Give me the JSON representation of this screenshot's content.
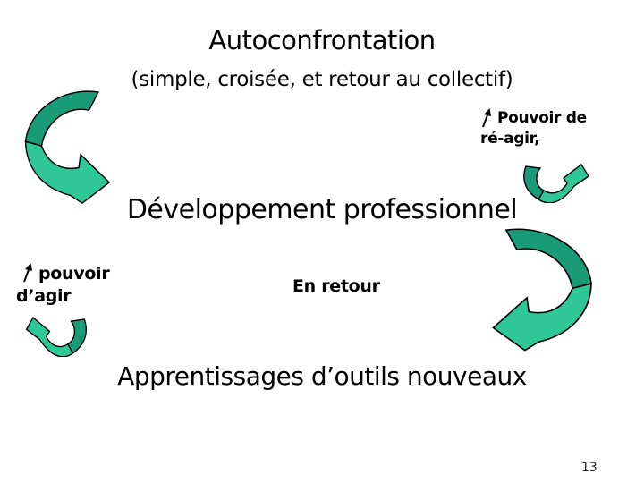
{
  "slide": {
    "title": "Autoconfrontation",
    "subtitle": "(simple, croisée, et retour au collectif)",
    "top_right_label": {
      "line1": "Pouvoir de",
      "line2": "ré-agir,"
    },
    "center_heading": "Développement professionnel",
    "left_label": {
      "line1": "pouvoir",
      "line2": "d’agir"
    },
    "middle_label": "En retour",
    "bottom_heading": "Apprentissages d’outils nouveaux",
    "page_number": "13"
  },
  "icons": {
    "left_big_arrow": "curved-arrow-sweeping-down-right",
    "right_big_arrow": "curved-arrow-sweeping-down-left",
    "top_right_small_arrow": "curved-arrow-up-right",
    "bottom_left_small_arrow": "curved-arrow-up-left",
    "rise_arrow": "thin-arrow-up-right"
  },
  "colors": {
    "background": "#ffffff",
    "arrow_dark": "#1a9b77",
    "arrow_light": "#2fc795",
    "arrow_outline": "#000000",
    "text": "#000000",
    "page_number": "#222222"
  }
}
